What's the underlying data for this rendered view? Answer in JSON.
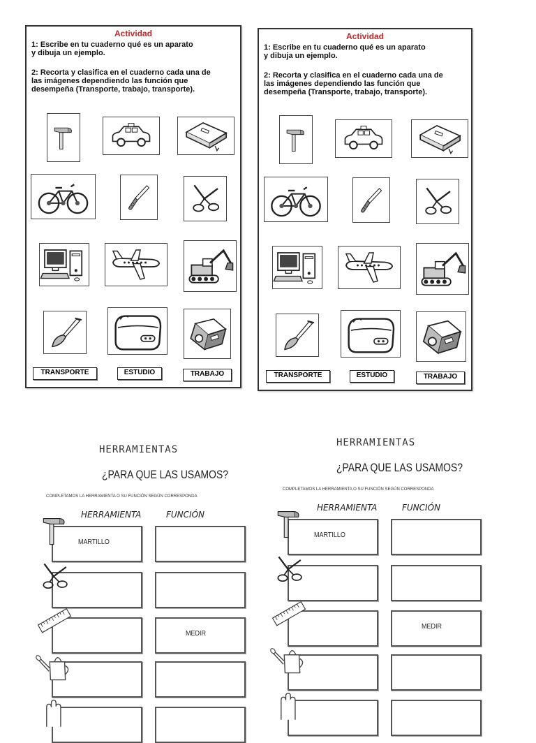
{
  "activity_card": {
    "title": "Actividad",
    "instruction_1": "1: Escribe en tu cuaderno qué es un aparato\ny dibuja un ejemplo.",
    "instruction_2": "2: Recorta y clasifica en el cuaderno cada una de\nlas imágenes dependiendo las función que\ndesempeña (Transporte, trabajo, transporte).",
    "category_labels": [
      "TRANSPORTE",
      "ESTUDIO",
      "TRABAJO"
    ],
    "images": [
      "hammer-icon",
      "car-icon",
      "book-icon",
      "bicycle-icon",
      "screwdriver-icon",
      "scissors-icon",
      "computer-icon",
      "airplane-icon",
      "excavator-icon",
      "shovel-icon",
      "pencil-case-icon",
      "sharpener-icon"
    ]
  },
  "tools_worksheet": {
    "title": "HERRAMIENTAS",
    "subtitle": "¿PARA QUE LAS USAMOS?",
    "instruction": "COMPLETAMOS LA HERRAMIENTA O SU FUNCIÓN SEGÚN CORRESPONDA",
    "column_tool": "HERRAMIENTA",
    "column_function": "FUNCIÓN",
    "rows": [
      {
        "icon": "hammer-icon",
        "tool": "MARTILLO",
        "function": ""
      },
      {
        "icon": "scissors-icon",
        "tool": "",
        "function": ""
      },
      {
        "icon": "ruler-icon",
        "tool": "",
        "function": "MEDIR"
      },
      {
        "icon": "watering-can-icon",
        "tool": "",
        "function": ""
      },
      {
        "icon": "hand-icon",
        "tool": "",
        "function": ""
      }
    ]
  }
}
